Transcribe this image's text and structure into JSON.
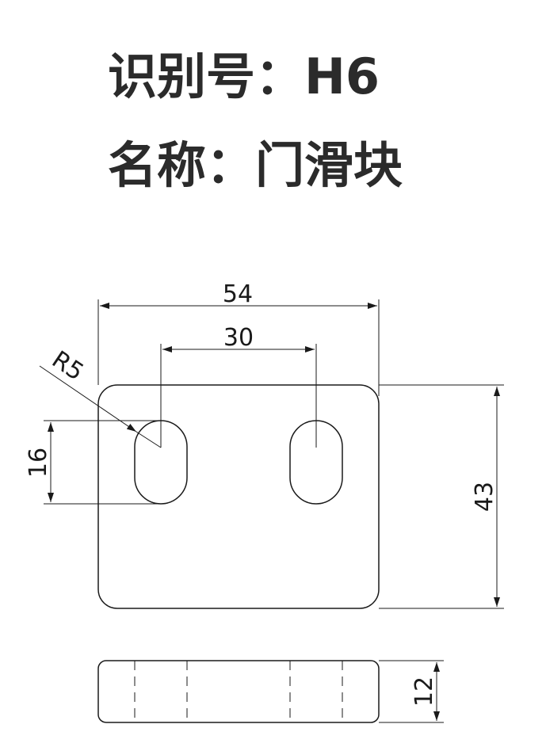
{
  "header": {
    "id_label": "识别号：",
    "id_value": "H6",
    "name_label": "名称：",
    "name_value": "门滑块"
  },
  "dimensions": {
    "overall_width": "54",
    "slot_spacing": "30",
    "slot_radius": "R5",
    "slot_length": "16",
    "overall_height": "43",
    "thickness": "12"
  },
  "colors": {
    "line": "#1a1a1a",
    "title": "#2b2b2b"
  }
}
